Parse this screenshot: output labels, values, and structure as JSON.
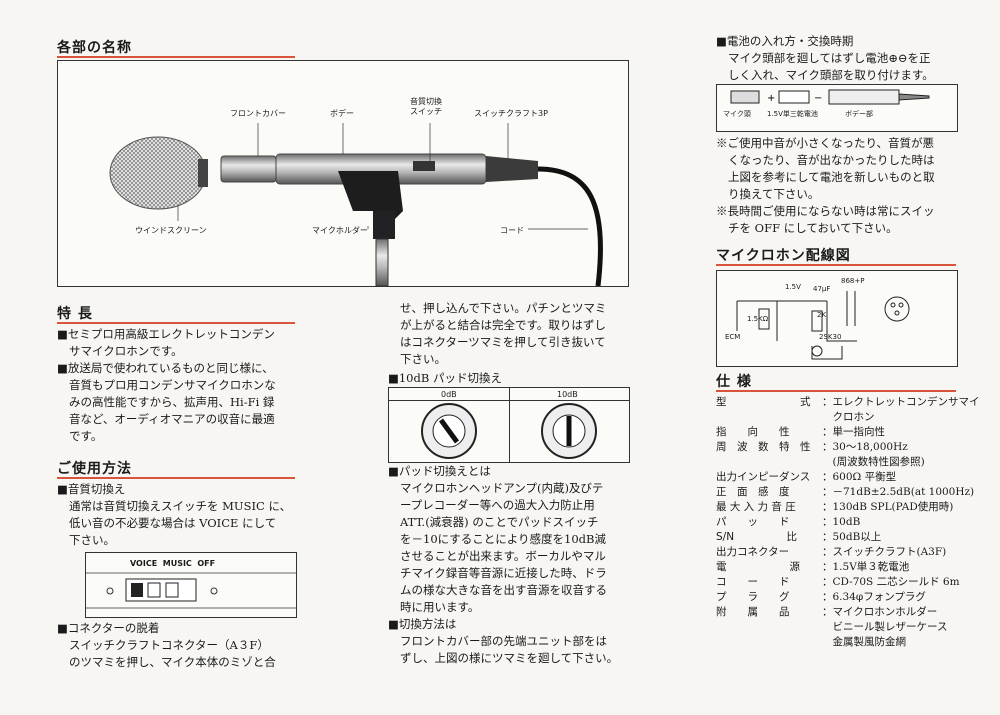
{
  "names_section": {
    "heading": "各部の名称",
    "labels": {
      "front_cover": "フロントカバー",
      "body": "ボデー",
      "tone_switch": "音質切換\nスイッチ",
      "connector": "スイッチクラフト3P",
      "windscreen": "ウインドスクリーン",
      "holder": "マイクホルダー",
      "cord": "コード"
    }
  },
  "features": {
    "heading": "特 長",
    "items": [
      [
        "■セミプロ用高級エレクトレットコンデン",
        "サマイクロホンです。"
      ],
      [
        "■放送局で使われているものと同じ様に、",
        "音質もプロ用コンデンサマイクロホンな",
        "みの高性能ですから、拡声用、Hi-Fi 録",
        "音など、オーディオマニアの収音に最適",
        "です。"
      ]
    ]
  },
  "usage": {
    "heading": "ご使用方法",
    "tone_title": "■音質切換え",
    "tone_lines": [
      "通常は音質切換えスイッチを MUSIC に、",
      "低い音の不必要な場合は VOICE にして",
      "下さい。"
    ],
    "switch_label": "VOICE  MUSIC  OFF",
    "connector_title": "■コネクターの脱着",
    "connector_lines": [
      "スイッチクラフトコネクター（A３F）",
      "のツマミを押し、マイク本体のミゾと合"
    ]
  },
  "middle": {
    "cont_lines": [
      "せ、押し込んで下さい。パチンとツマミ",
      "が上がると結合は完全です。取りはずし",
      "はコネクターツマミを押して引き抜いて",
      "下さい。"
    ],
    "pad_title": "■10dB パッド切換え",
    "pad_labels": [
      "0dB",
      "10dB"
    ],
    "pad_explain_title": "■パッド切換えとは",
    "pad_explain_lines": [
      "マイクロホンヘッドアンプ(内蔵)及びテ",
      "ープレコーダー等への過大入力防止用",
      "ATT.(減衰器) のことでパッドスイッチ",
      "を－10にすることにより感度を10dB減",
      "させることが出来ます。ボーカルやマル",
      "チマイク録音等音源に近接した時、ドラ",
      "ムの様な大きな音を出す音源を収音する",
      "時に用います。"
    ],
    "method_title": "■切換方法は",
    "method_lines": [
      "フロントカバー部の先端ユニット部をは",
      "ずし、上図の様にツマミを廻して下さい。"
    ]
  },
  "battery": {
    "title": "■電池の入れ方・交換時期",
    "lines": [
      "マイク頭部を廻してはずし電池⊕⊖を正",
      "しく入れ、マイク頭部を取り付けます。"
    ],
    "diagram_labels": [
      "マイク頭",
      "1.5V単三乾電池",
      "ボデー部"
    ],
    "notes": [
      [
        "※ご使用中音が小さくなったり、音質が悪",
        "くなったり、音が出なかったりした時は",
        "上図を参考にして電池を新しいものと取",
        "り換えて下さい。"
      ],
      [
        "※長時間ご使用にならない時は常にスイッ",
        "チを OFF にしておいて下さい。"
      ]
    ]
  },
  "wiring": {
    "heading": "マイクロホン配線図",
    "labels": [
      "1.5V",
      "47μF",
      "2SK30",
      "868+P",
      "1.5KΩ",
      "2K",
      "ECM"
    ]
  },
  "specs": {
    "heading": "仕 様",
    "rows": [
      {
        "k": "型　　　　　　　式",
        "v": [
          "エレクトレットコンデンサマイ",
          "クロホン"
        ]
      },
      {
        "k": "指　　向　　性",
        "v": [
          "単一指向性"
        ]
      },
      {
        "k": "周　波　数　特　性",
        "v": [
          "30～18,000Hz",
          "(周波数特性図参照)"
        ]
      },
      {
        "k": "出力インピーダンス",
        "v": [
          "600Ω 平衡型"
        ]
      },
      {
        "k": "正　面　感　度",
        "v": [
          "－71dB±2.5dB(at 1000Hz)"
        ]
      },
      {
        "k": "最 大 入 力 音 圧",
        "v": [
          "130dB SPL(PAD使用時)"
        ]
      },
      {
        "k": "パ　　ッ　　ド",
        "v": [
          "10dB"
        ]
      },
      {
        "k": "S/N　　　　　比",
        "v": [
          "50dB以上"
        ]
      },
      {
        "k": "出力コネクター",
        "v": [
          "スイッチクラフト(A3F)"
        ]
      },
      {
        "k": "電　　　　　　源",
        "v": [
          "1.5V単３乾電池"
        ]
      },
      {
        "k": "コ　　ー　　ド",
        "v": [
          "CD-70S 二芯シールド 6m"
        ]
      },
      {
        "k": "プ　　ラ　　グ",
        "v": [
          "6.34φフォンプラグ"
        ]
      },
      {
        "k": "附　　属　　品",
        "v": [
          "マイクロホンホルダー",
          "ビニール製レザーケース",
          "金属製風防金網"
        ]
      }
    ]
  }
}
